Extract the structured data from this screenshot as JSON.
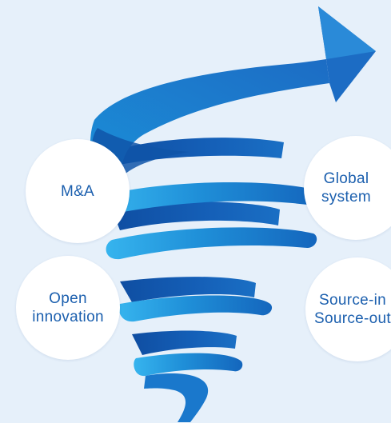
{
  "diagram": {
    "bubbles": {
      "ma": {
        "label": "M&A"
      },
      "global": {
        "label": "Global\nsystem"
      },
      "open": {
        "label": "Open\ninnovation"
      },
      "source": {
        "label": "Source-in\nSource-out"
      }
    },
    "colors": {
      "background": "#e6f0fa",
      "bubble": "#ffffff",
      "text": "#1b5fae",
      "ribbon_light": "#2aa6e6",
      "ribbon_mid": "#1a7fd0",
      "ribbon_dark": "#0d4fa3"
    },
    "icon": "spiral-arrow-icon"
  }
}
